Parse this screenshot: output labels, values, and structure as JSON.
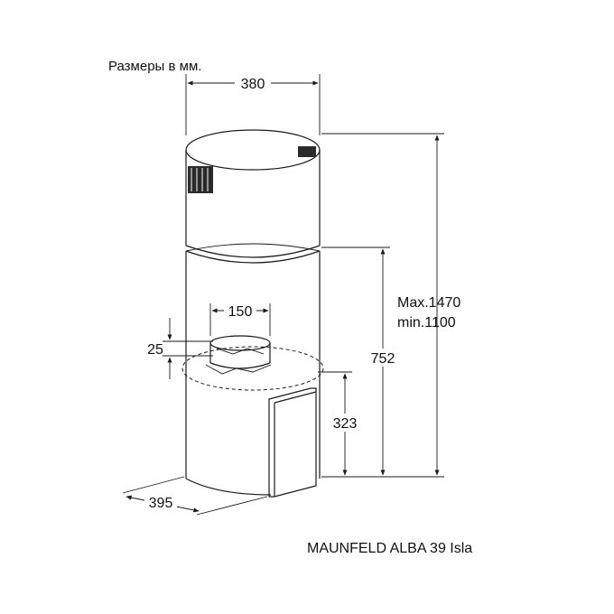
{
  "diagram": {
    "units_note": "Размеры в мм.",
    "model": "MAUNFELD ALBA 39 Isla",
    "dimensions": {
      "top_width": "380",
      "height_max": "Max.1470",
      "height_min": "min.1100",
      "lower_height": "752",
      "panel_height": "323",
      "outlet_diameter": "150",
      "outlet_height": "25",
      "depth": "395"
    }
  }
}
